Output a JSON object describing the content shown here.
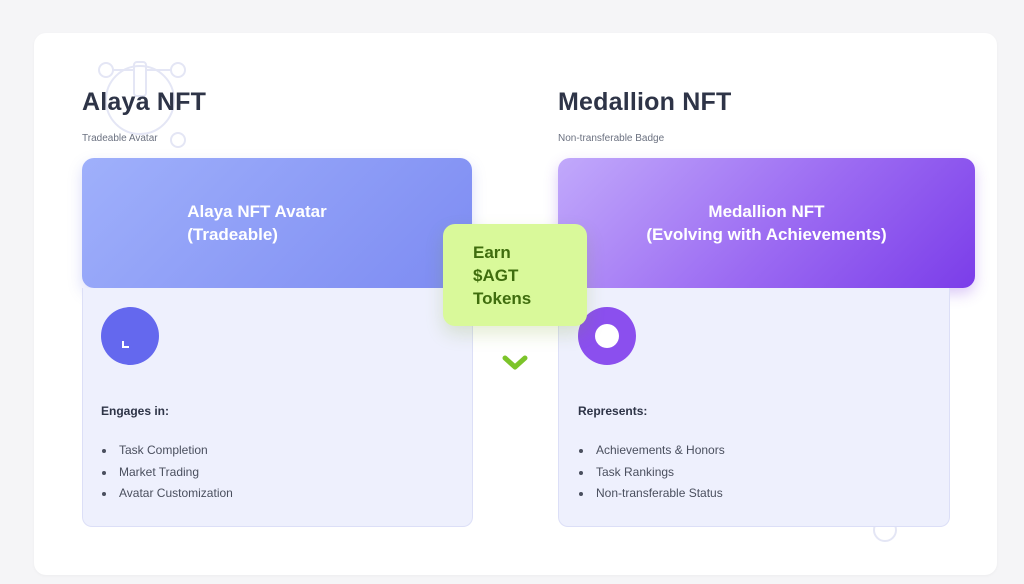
{
  "left": {
    "title": "Alaya NFT",
    "subtitle": "Tradeable Avatar",
    "hero_line1": "Alaya NFT Avatar",
    "hero_line2": "(Tradeable)",
    "section_heading": "Engages in:",
    "items": [
      "Task Completion",
      "Market Trading",
      "Avatar Customization"
    ]
  },
  "right": {
    "title": "Medallion NFT",
    "subtitle": "Non-transferable Badge",
    "hero_line1": "Medallion NFT",
    "hero_line2": "(Evolving with Achievements)",
    "section_heading": "Represents:",
    "items": [
      "Achievements & Honors",
      "Task Rankings",
      "Non-transferable Status"
    ]
  },
  "center": {
    "line1": "Earn",
    "line2": "$AGT",
    "line3": "Tokens"
  },
  "icons": {
    "left_circle": "avatar-icon",
    "right_circle": "medallion-ring-icon",
    "center": "chevron-down-icon",
    "decor_left": "network-nodes-icon",
    "decor_right": "network-nodes-icon"
  },
  "colors": {
    "left_accent": "#6468ee",
    "right_accent": "#8b4fee",
    "token_bg": "#d9f99a",
    "token_text": "#3f6d0e",
    "chevron": "#7cc42a"
  }
}
